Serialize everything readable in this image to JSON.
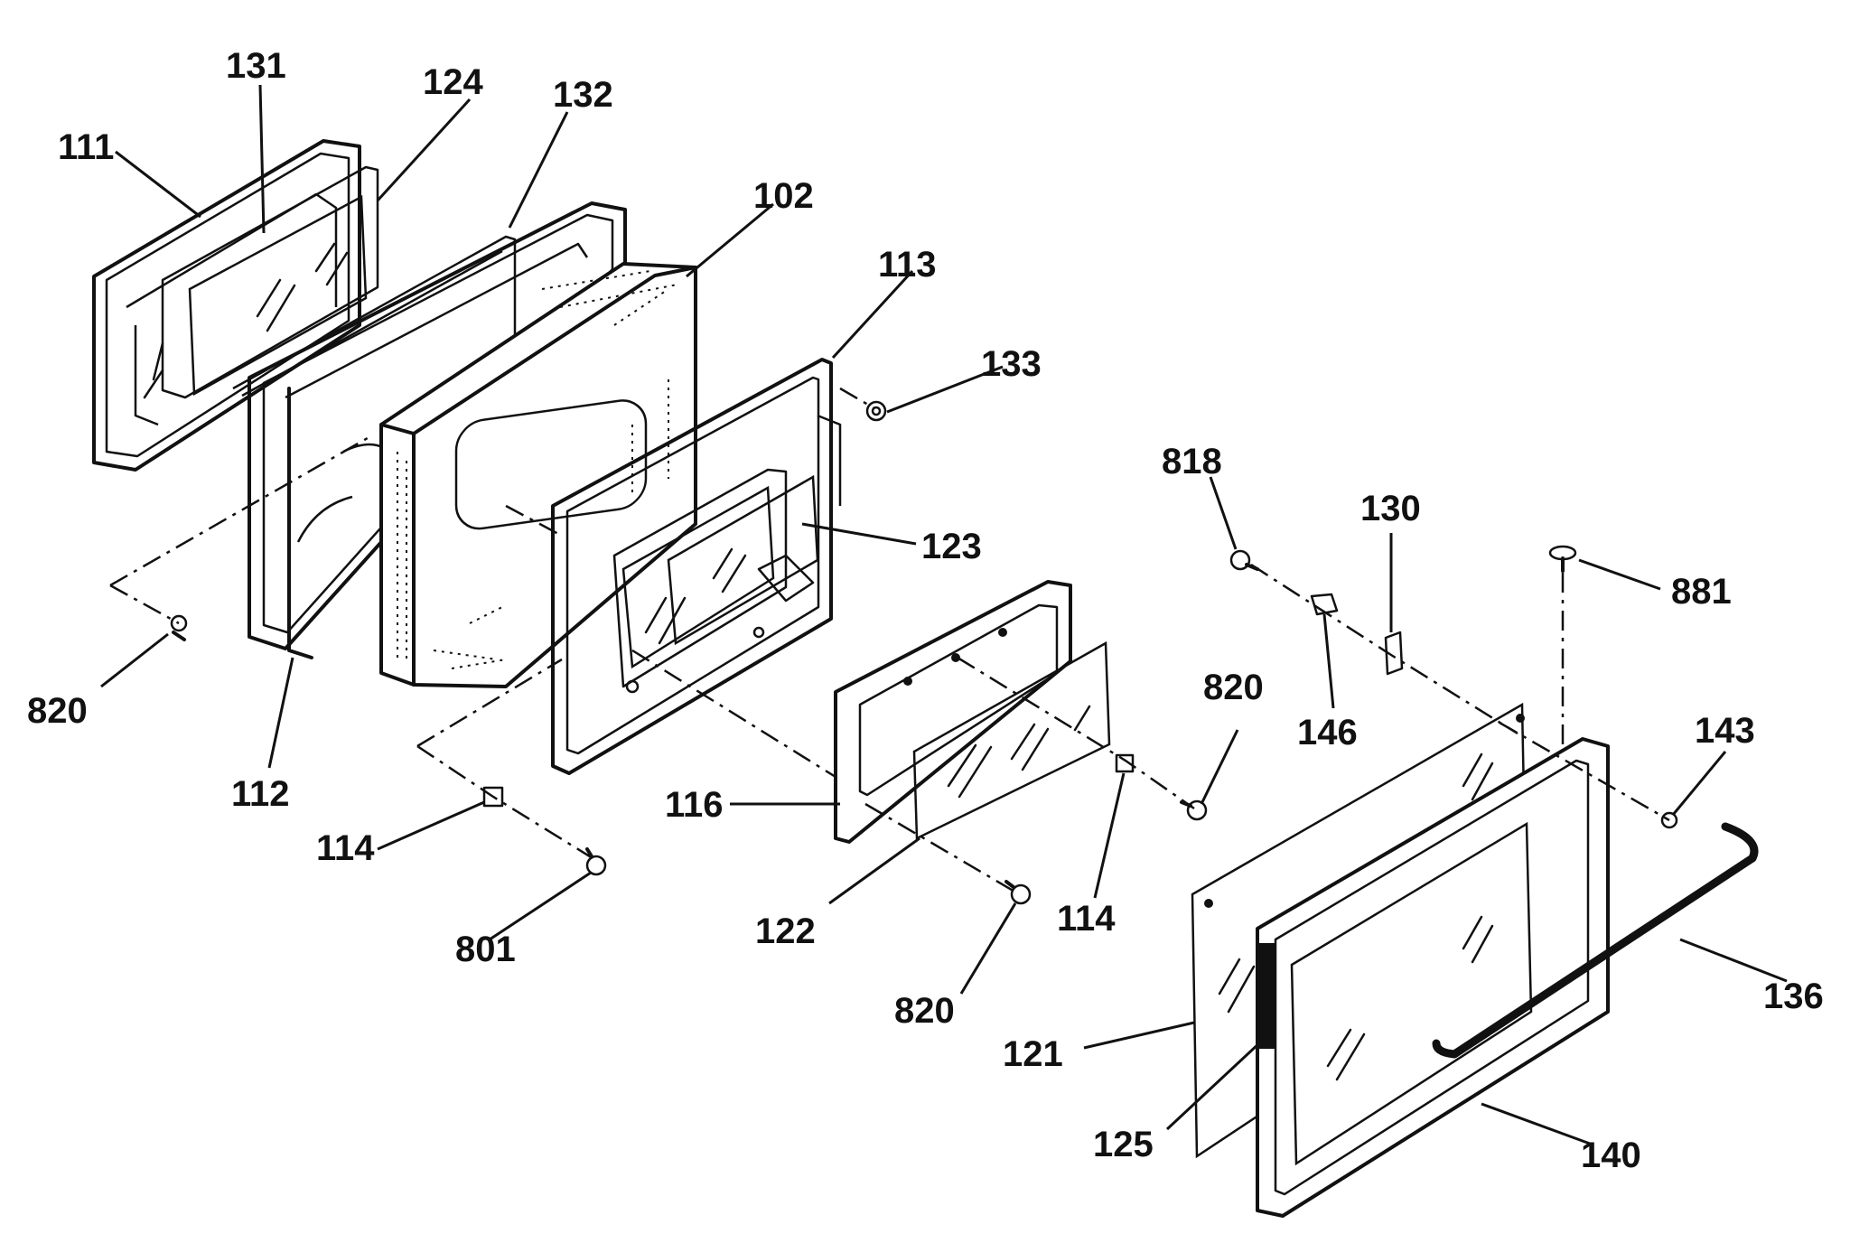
{
  "labels": {
    "p111": "111",
    "p131": "131",
    "p124": "124",
    "p132": "132",
    "p102": "102",
    "p113": "113",
    "p133": "133",
    "p123": "123",
    "p818": "818",
    "p130": "130",
    "p881": "881",
    "p146": "146",
    "p820a": "820",
    "p820b": "820",
    "p820c": "820",
    "p143": "143",
    "p112": "112",
    "p114a": "114",
    "p114b": "114",
    "p116": "116",
    "p801": "801",
    "p122": "122",
    "p136": "136",
    "p121": "121",
    "p125": "125",
    "p140": "140"
  }
}
